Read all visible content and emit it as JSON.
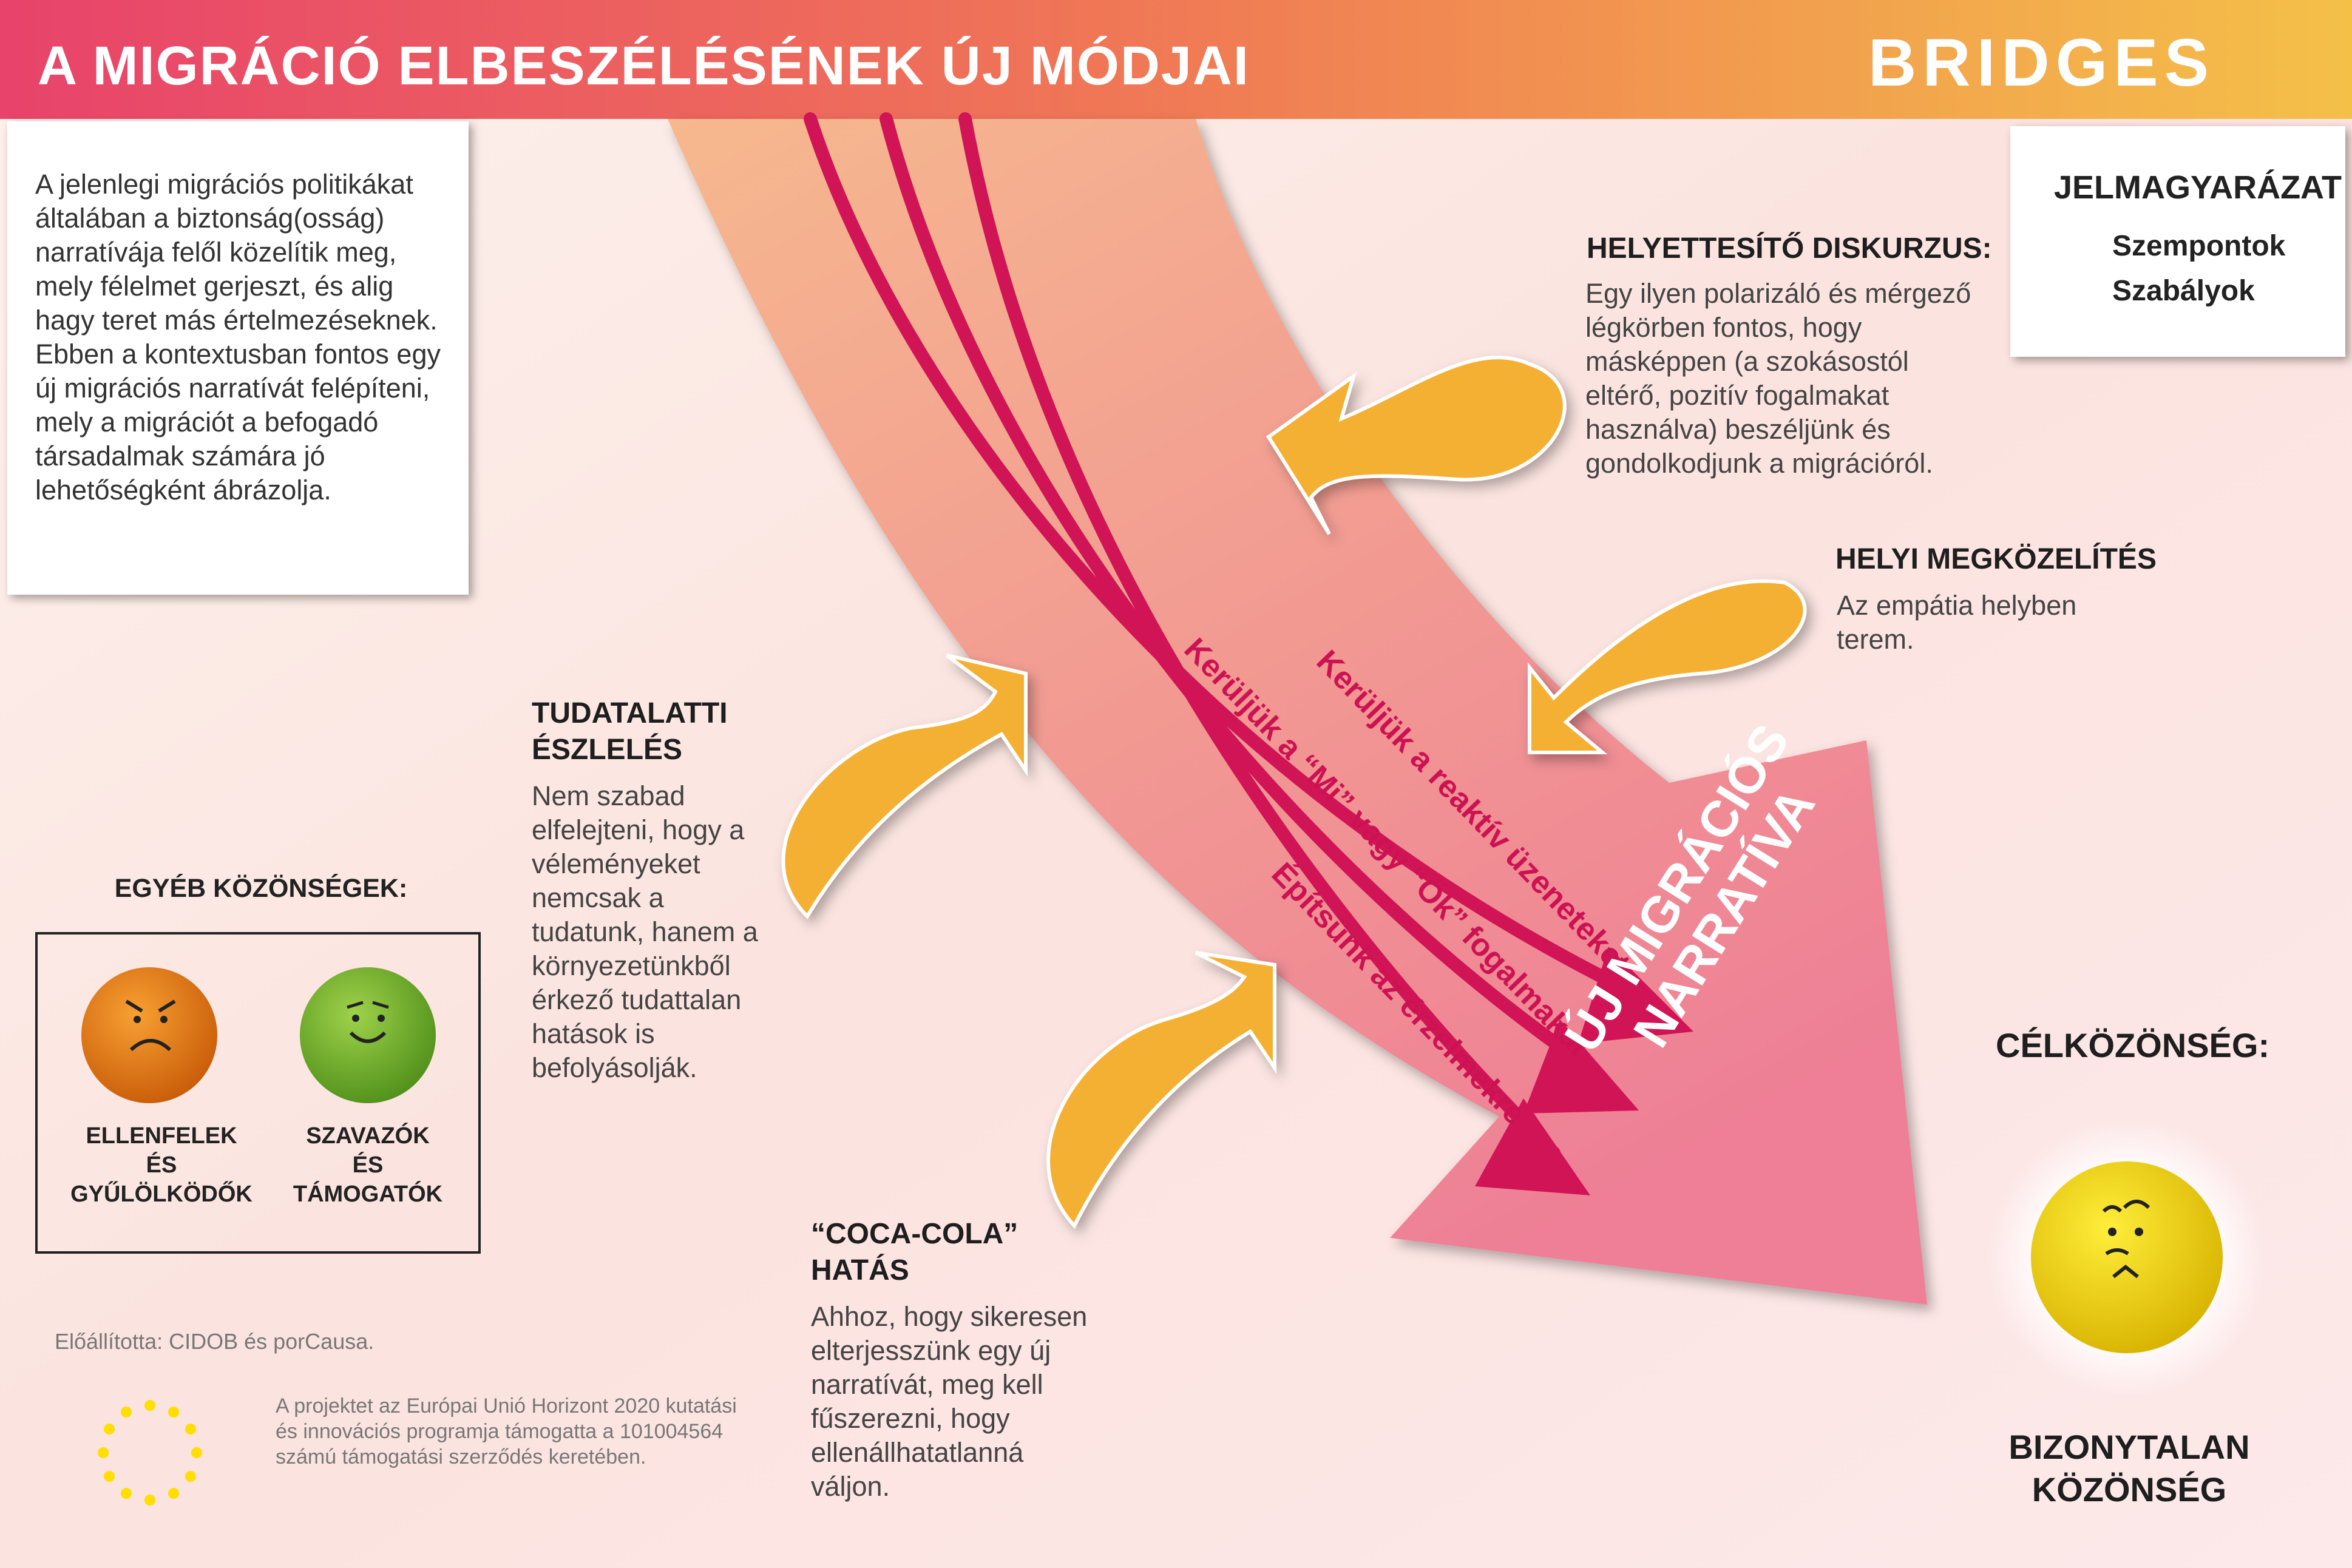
{
  "header": {
    "title": "A MIGRÁCIÓ ELBESZÉLÉSÉNEK ÚJ MÓDJAI",
    "brand": "BRIDGES"
  },
  "intro": {
    "text": "A jelenlegi migrációs politikákat általában a biztonság(osság) narratívája felől közelítik meg, mely félelmet gerjeszt, és alig hagy teret más értelmezéseknek. Ebben a kontextusban fontos egy új migrációs narratívát felépíteni, mely a migrációt a befogadó társadalmak számára jó lehetőségként ábrázolja."
  },
  "legend": {
    "title": "JELMAGYARÁZAT",
    "items": [
      {
        "label": "Szempontok",
        "color": "#f4b033",
        "icon": "orange-arrow-icon"
      },
      {
        "label": "Szabályok",
        "color": "#d01455",
        "icon": "magenta-arrow-icon"
      }
    ]
  },
  "sections": {
    "helyettesito": {
      "title": "HELYETTESÍTŐ DISKURZUS:",
      "body": "Egy ilyen polarizáló és mérgező légkörben fontos, hogy másképpen (a szokásostól eltérő, pozitív fogalmakat használva) beszéljünk és gondolkodjunk a migrációról."
    },
    "helyi": {
      "title": "HELYI MEGKÖZELÍTÉS",
      "body": "Az empátia helyben terem."
    },
    "tudatalatti": {
      "title": "TUDATALATTI ÉSZLELÉS",
      "body": "Nem szabad elfelejteni, hogy a véleményeket nemcsak a tudatunk, hanem a környezetünkből érkező tudattalan hatások is befolyásolják."
    },
    "cocacola": {
      "title": "“COCA-COLA” HATÁS",
      "body": "Ahhoz, hogy sikeresen elterjesszünk egy új narratívát, meg kell fűszerezni, hogy ellenállhatatlanná váljon."
    }
  },
  "rules": [
    "Kerüljük a reaktív üzeneteket",
    "Kerüljük a “Mi” vagy “Ők” fogalmakat",
    "Építsünk az érzelmekre"
  ],
  "big_arrow_label": [
    "ÚJ MIGRÁCIÓS",
    "NARRATÍVA"
  ],
  "audiences": {
    "title": "EGYÉB KÖZÖNSÉGEK:",
    "opponents": [
      "ELLENFELEK",
      "ÉS",
      "GYŰLÖLKÖDŐK"
    ],
    "supporters": [
      "SZAVAZÓK",
      "ÉS",
      "TÁMOGATÓK"
    ]
  },
  "target": {
    "title": "CÉLKÖZÖNSÉG:",
    "label": [
      "BIZONYTALAN",
      "KÖZÖNSÉG"
    ]
  },
  "footer": {
    "credit": "Előállította: CIDOB és porCausa.",
    "eu_text": "A projektet az Európai Unió Horizont 2020 kutatási és innovációs programja támogatta a 101004564 számú támogatási szerződés keretében."
  },
  "colors": {
    "header_left": "#e8436b",
    "header_right": "#f4c048",
    "rule_line": "#d01455",
    "aspect_arrow": "#f4b033",
    "big_arrow_top": "#f6b88e",
    "big_arrow_bottom": "#ee8098"
  }
}
